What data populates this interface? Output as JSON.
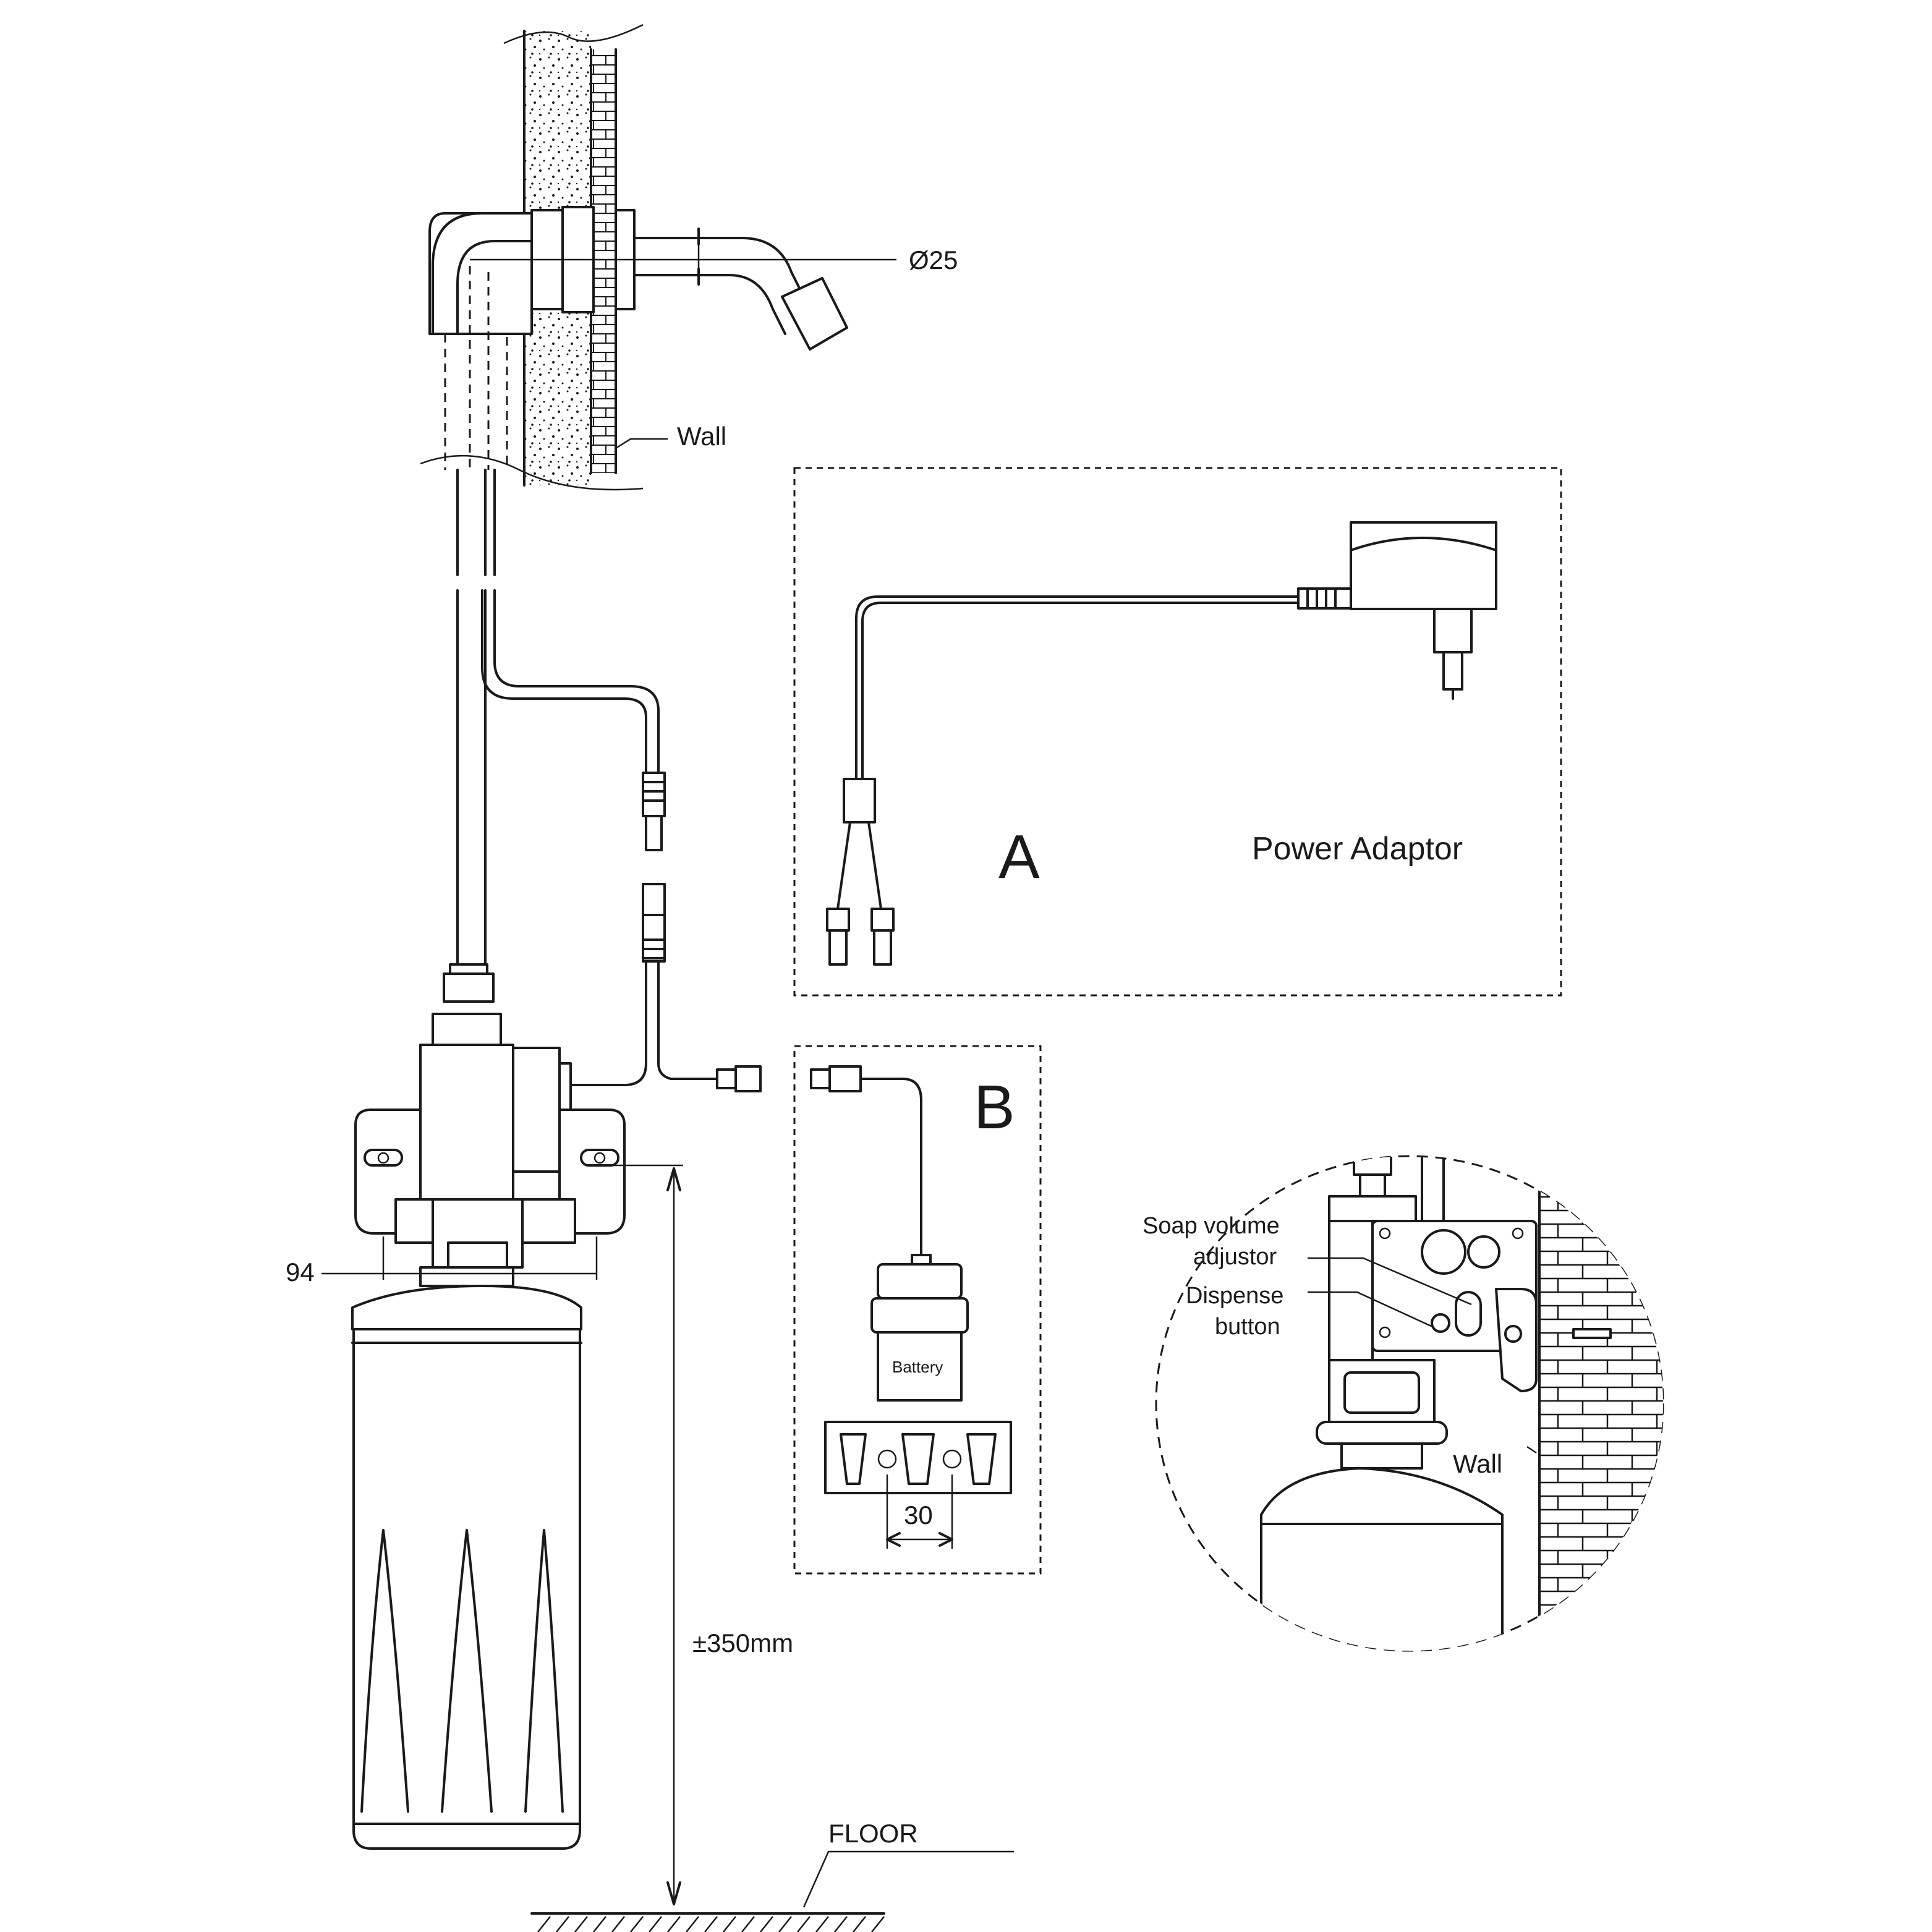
{
  "labels": {
    "pipe_diameter": "Ø25",
    "wall_top": "Wall",
    "box_a_letter": "A",
    "power_adaptor": "Power Adaptor",
    "box_b_letter": "B",
    "battery": "Battery",
    "battery_spacing": "30",
    "width_dim": "94",
    "height_dim": "±350mm",
    "floor": "FLOOR",
    "soap_volume_line1": "Soap volume",
    "soap_volume_line2": "adjustor",
    "dispense_line1": "Dispense",
    "dispense_line2": "button",
    "wall_detail": "Wall"
  },
  "colors": {
    "line": "#1a1a1a",
    "background": "#ffffff"
  }
}
